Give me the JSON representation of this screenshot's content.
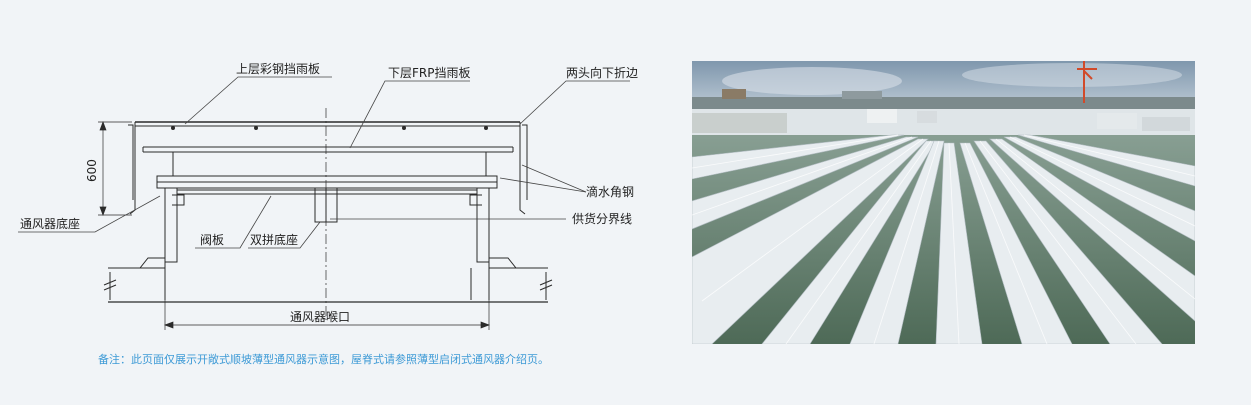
{
  "diagram": {
    "labels": {
      "upper_rain_cover": "上层彩钢挡雨板",
      "lower_frp_cover": "下层FRP挡雨板",
      "folded_edges": "两头向下折边",
      "drip_angle_steel": "滴水角钢",
      "supply_boundary": "供货分界线",
      "ventilator_base": "通风器底座",
      "damper": "阀板",
      "double_base": "双拼底座",
      "throat": "通风器喉口",
      "height_dim": "600"
    },
    "colors": {
      "line": "#2b2b2b",
      "leader": "#444444"
    }
  },
  "note": "备注：此页面仅展示开敞式顺坡薄型通风器示意图，屋脊式请参照薄型启闭式通风器介绍页。",
  "photo": {
    "subject": "rooftop ventilator rows photo",
    "colors": {
      "sky": "#8aa0b4",
      "panel": "#e6ebee",
      "glass": "#5f7e68"
    }
  }
}
